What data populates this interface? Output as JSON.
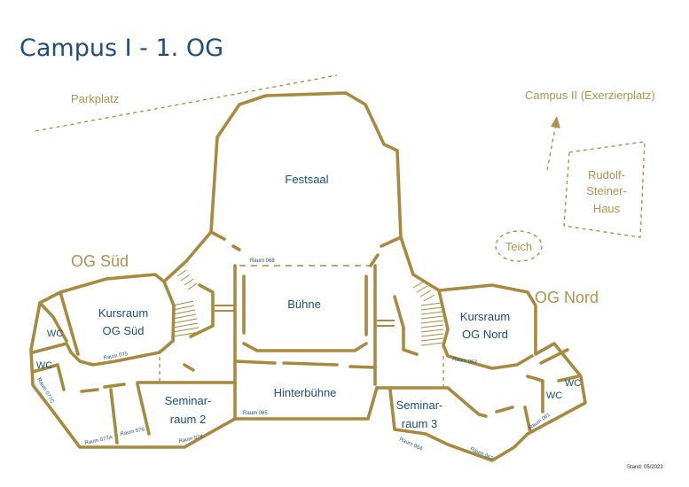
{
  "title": "Campus I - 1. OG",
  "labels": {
    "parkplatz": "Parkplatz",
    "campus2": "Campus II (Exerzierplatz)",
    "rudolf_line1": "Rudolf-",
    "rudolf_line2": "Steiner-",
    "rudolf_line3": "Haus",
    "teich": "Teich",
    "og_sued": "OG Süd",
    "og_nord": "OG Nord"
  },
  "rooms": {
    "festsaal": "Festsaal",
    "buehne": "Bühne",
    "hinterbuehne": "Hinterbühne",
    "kursraum_sued_1": "Kursraum",
    "kursraum_sued_2": "OG Süd",
    "kursraum_nord_1": "Kursraum",
    "kursraum_nord_2": "OG Nord",
    "seminar2_1": "Seminar-",
    "seminar2_2": "raum 2",
    "seminar3_1": "Seminar-",
    "seminar3_2": "raum 3",
    "wc": "WC"
  },
  "raum_numbers": {
    "r068": "Raum 068",
    "r075": "Raum 075",
    "r077c": "Raum 077C",
    "r077a": "Raum 077A",
    "r076": "Raum 076",
    "r074": "Raum 074",
    "r065": "Raum 065",
    "r064": "Raum 064",
    "r062": "Raum 062",
    "r063": "Raum 063",
    "r061": "Raum 061"
  },
  "footer": {
    "stand": "Stand: 05/2023"
  },
  "colors": {
    "title": "#1d4e7c",
    "walls": "#a88a3f",
    "gold_text": "#b0924e"
  }
}
